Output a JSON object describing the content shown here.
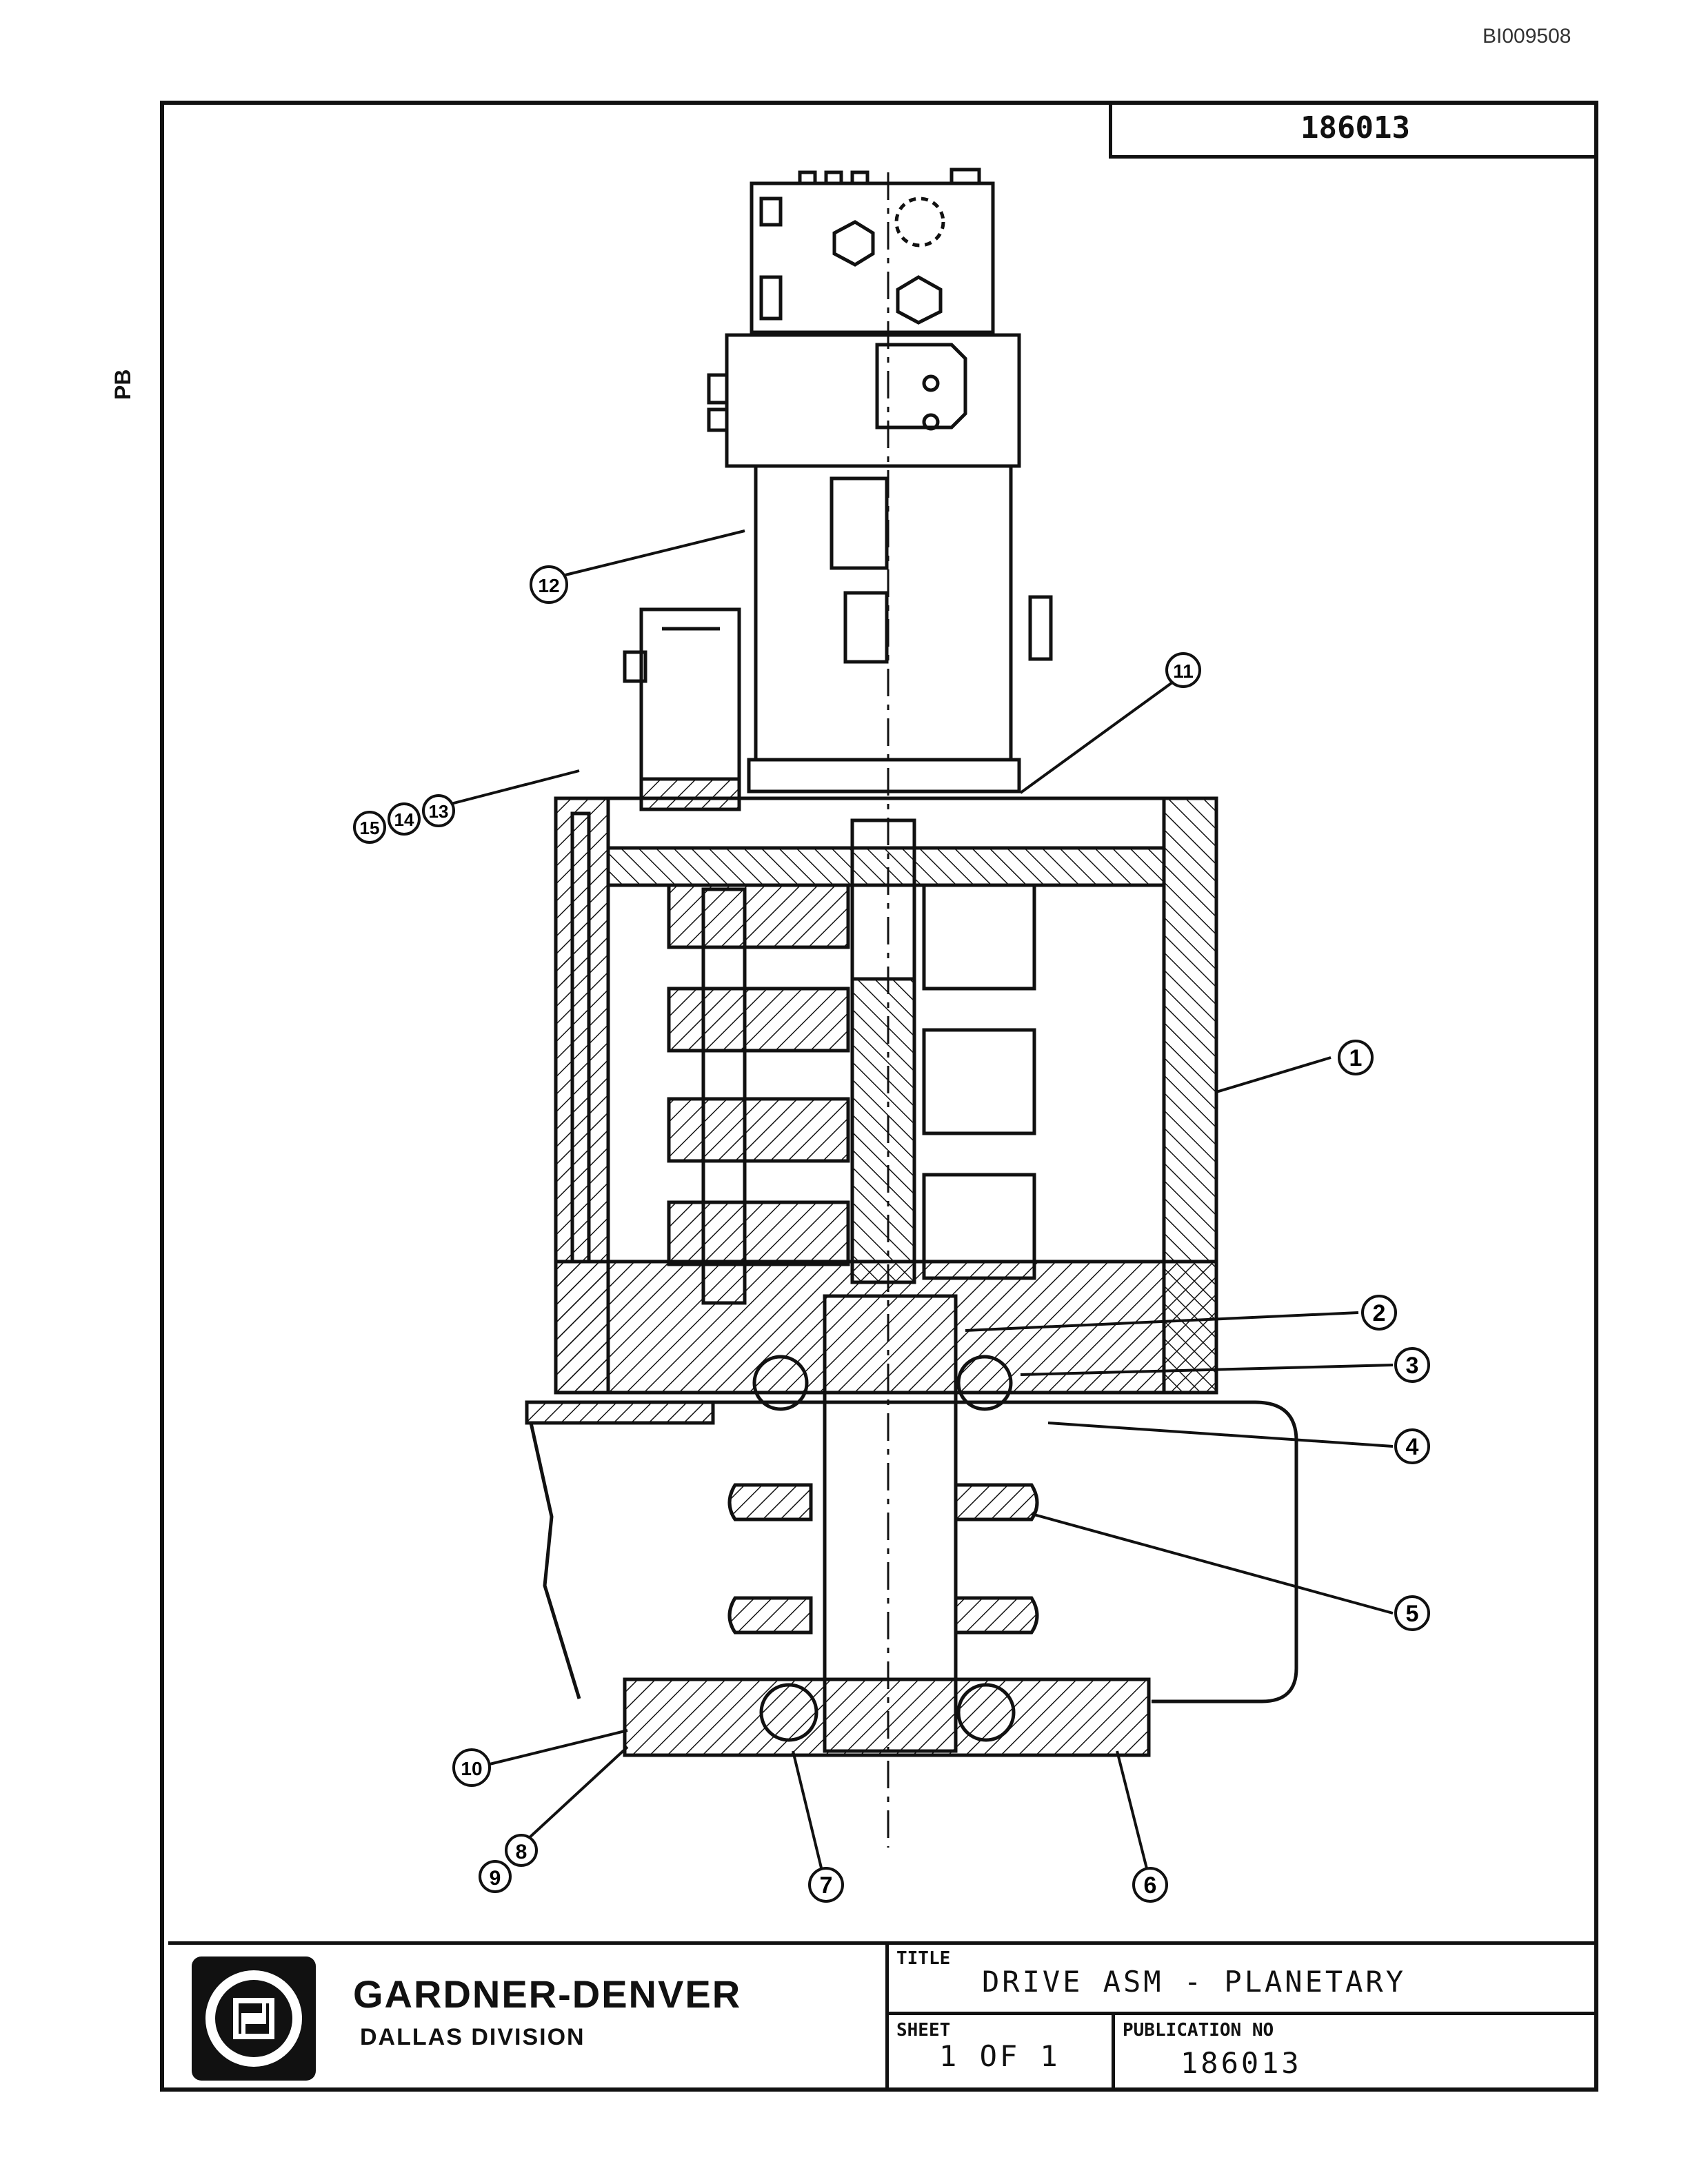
{
  "doc_code": "BI009508",
  "side_mark": "PB",
  "top_box": {
    "publication": "186013"
  },
  "callouts": [
    "1",
    "2",
    "3",
    "4",
    "5",
    "6",
    "7",
    "8",
    "9",
    "10",
    "11",
    "12",
    "13",
    "14",
    "15"
  ],
  "title_block": {
    "company": "GARDNER-DENVER",
    "division": "DALLAS DIVISION",
    "title_label": "TITLE",
    "title": "DRIVE ASM - PLANETARY",
    "sheet_label": "SHEET",
    "sheet": "1 OF 1",
    "publication_label": "PUBLICATION NO",
    "publication": "186013"
  }
}
